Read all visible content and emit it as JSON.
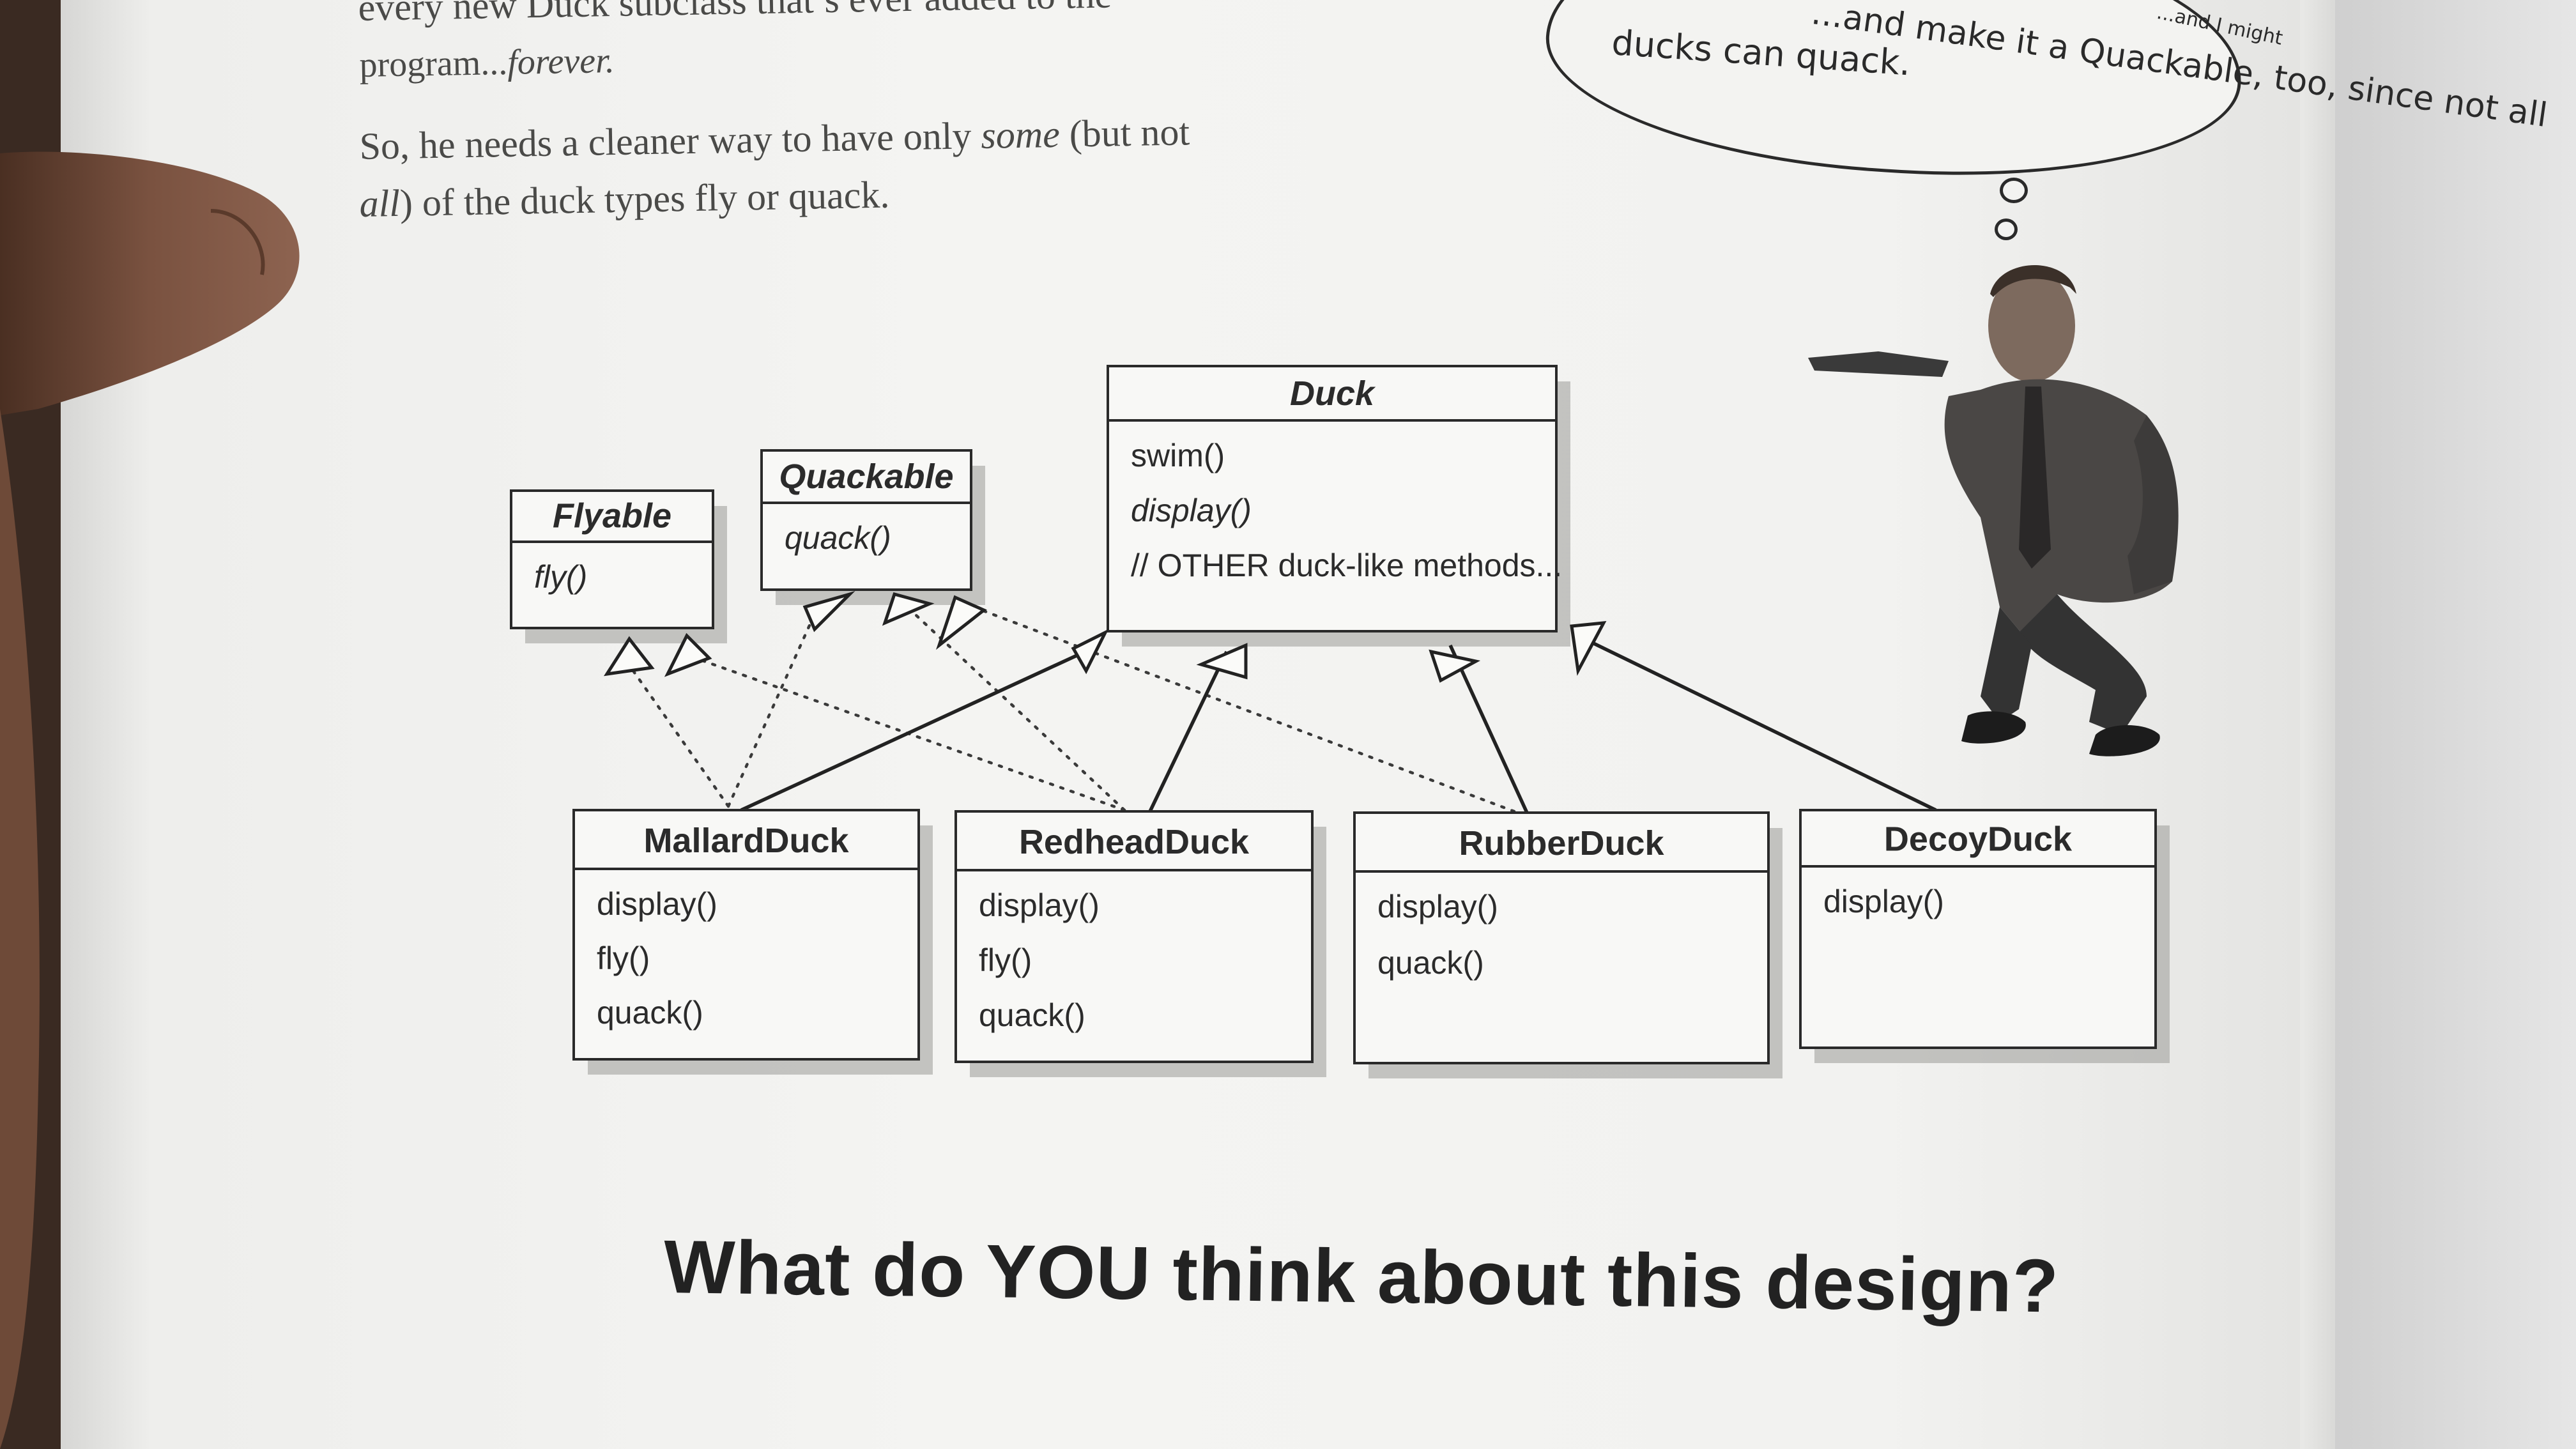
{
  "page": {
    "intro_line1_a": "every new Duck subclass that’s ever added to the",
    "intro_line2_a": "program...",
    "intro_line2_b": "forever.",
    "para_a": "So, he needs a cleaner way to have only ",
    "para_some": "some",
    "para_b": " (but not",
    "para2_all": "all",
    "para2_b": ") of the duck types fly or quack."
  },
  "bubble": {
    "line1": "...and make it a Quackable, too, since not all",
    "line1_small": "...and I might",
    "line2": "ducks can quack."
  },
  "diagram": {
    "interfaces": [
      {
        "name": "Flyable",
        "methods": [
          "fly()"
        ]
      },
      {
        "name": "Quackable",
        "methods": [
          "quack()"
        ]
      }
    ],
    "superclass": {
      "name": "Duck",
      "methods": [
        "swim()",
        "display()",
        "// OTHER duck-like methods..."
      ]
    },
    "subclasses": [
      {
        "name": "MallardDuck",
        "methods": [
          "display()",
          "fly()",
          "quack()"
        ]
      },
      {
        "name": "RedheadDuck",
        "methods": [
          "display()",
          "fly()",
          "quack()"
        ]
      },
      {
        "name": "RubberDuck",
        "methods": [
          "display()",
          "quack()"
        ]
      },
      {
        "name": "DecoyDuck",
        "methods": [
          "display()"
        ]
      }
    ]
  },
  "question": "What do YOU think about this design?",
  "colors": {
    "paper": "#f4f4f2",
    "ink": "#2b2b2b"
  }
}
